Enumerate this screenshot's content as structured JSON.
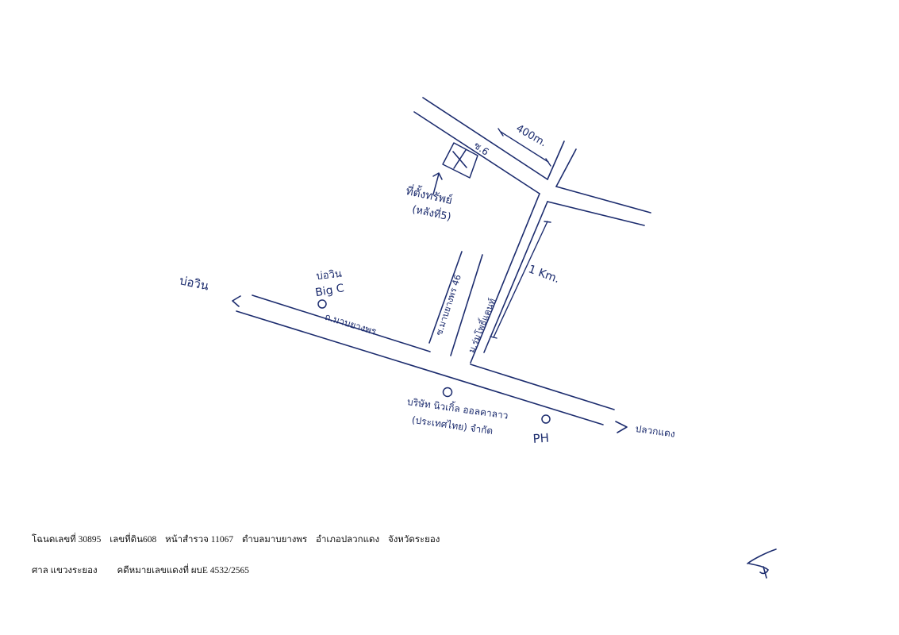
{
  "map": {
    "direction_left": "บ่อวิน",
    "direction_right": "ปลวกแดง",
    "road_main": "ถ.มาบยางพร",
    "road_soi_46": "ซ.มาบยางพร 46",
    "road_soi_village": "ม.ร่มโพธิ์แคนท์",
    "soi_6": "ซ.6",
    "distance_400": "400m.",
    "distance_1km": "1 Km.",
    "target_mark": "X",
    "target_label_line1": "ที่ตั้งทรัพย์",
    "target_label_line2": "(หลังที่5)",
    "landmark_bigc_line1": "บ่อวิน",
    "landmark_bigc_line2": "Big C",
    "landmark_company_line1": "บริษัท นิวเกิ้ล ออลคาลาว",
    "landmark_company_line2": "(ประเทศไทย) จำกัด",
    "landmark_ph": "PH"
  },
  "footer": {
    "line1": [
      "โฉนดเลขที่ 30895",
      "เลขที่ดิน608",
      "หน้าสำรวจ  11067",
      "ตำบลมาบยางพร",
      "อำเภอปลวกแดง",
      "จังหวัดระยอง"
    ],
    "line2": [
      "ศาล แขวงระยอง",
      "คดีหมายเลขแดงที่  ผบE 4532/2565"
    ]
  }
}
